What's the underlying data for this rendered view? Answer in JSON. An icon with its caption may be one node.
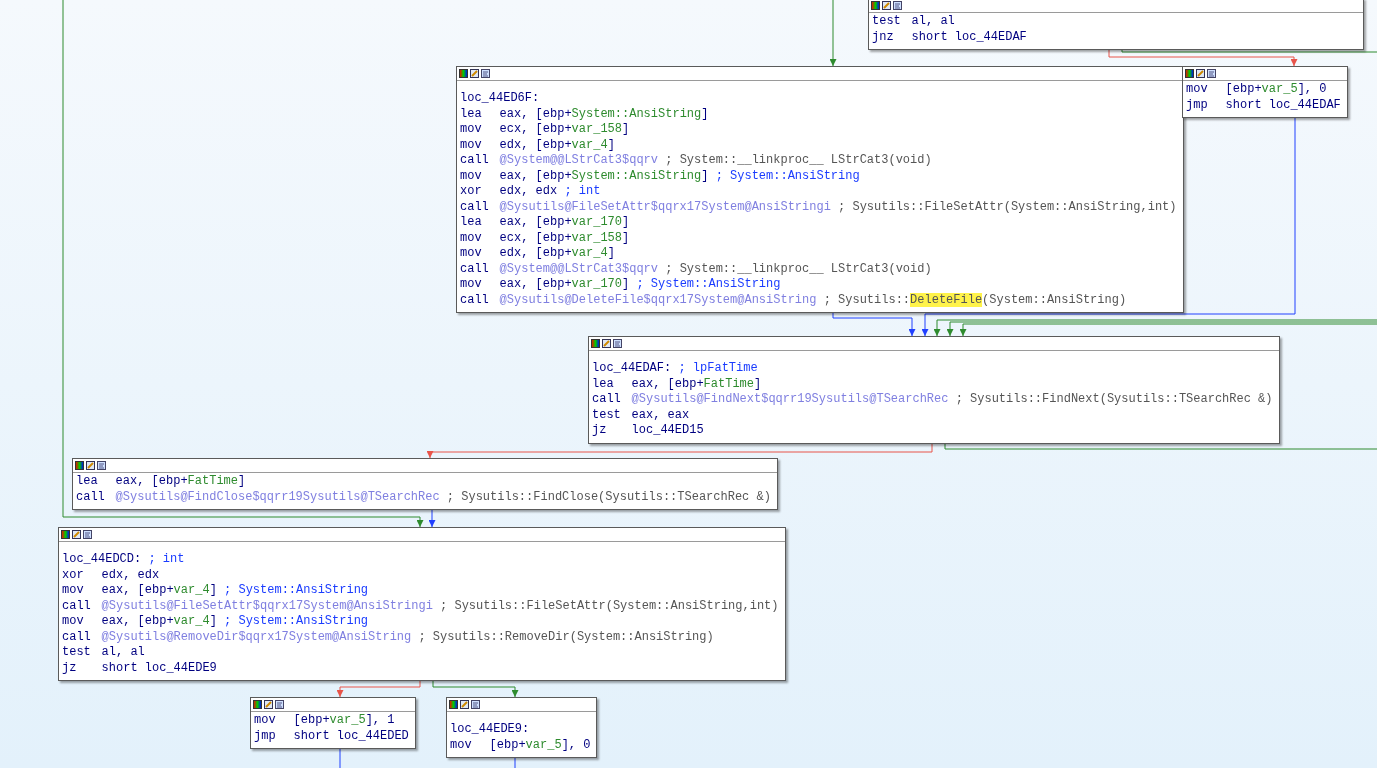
{
  "diagram": {
    "nodes": [
      {
        "text": [
          "test al, al",
          "jnz short loc_44EDAF"
        ]
      },
      {
        "text": [
          "loc_44ED6F:",
          "lea eax, [ebp+System::AnsiString]",
          "mov ecx, [ebp+var_158]",
          "mov edx, [ebp+var_4]",
          "call @System@@LStrCat3$qqrv ; System::__linkproc__ LStrCat3(void)",
          "mov eax, [ebp+System::AnsiString] ; System::AnsiString",
          "xor edx, edx ; int",
          "call @Sysutils@FileSetAttr$qqrx17System@AnsiStringi ; Sysutils::FileSetAttr(System::AnsiString,int)",
          "lea eax, [ebp+var_170]",
          "mov ecx, [ebp+var_158]",
          "mov edx, [ebp+var_4]",
          "call @System@@LStrCat3$qqrv ; System::__linkproc__ LStrCat3(void)",
          "mov eax, [ebp+var_170] ; System::AnsiString",
          "call @Sysutils@DeleteFile$qqrx17System@AnsiString ; Sysutils::**DeleteFile**(System::AnsiString)"
        ]
      },
      {
        "text": [
          "mov [ebp+var_5], 0",
          "jmp short loc_44EDAF"
        ]
      },
      {
        "text": [
          "loc_44EDAF: ; lpFatTime",
          "lea eax, [ebp+FatTime]",
          "call @Sysutils@FindNext$qqrr19Sysutils@TSearchRec ; Sysutils::FindNext(Sysutils::TSearchRec &)",
          "test eax, eax",
          "jz loc_44ED15"
        ]
      },
      {
        "text": [
          "lea eax, [ebp+FatTime]",
          "call @Sysutils@FindClose$qqrr19Sysutils@TSearchRec ; Sysutils::FindClose(Sysutils::TSearchRec &)"
        ]
      },
      {
        "text": [
          "loc_44EDCD: ; int",
          "xor edx, edx",
          "mov eax, [ebp+var_4] ; System::AnsiString",
          "call @Sysutils@FileSetAttr$qqrx17System@AnsiStringi ; Sysutils::FileSetAttr(System::AnsiString,int)",
          "mov eax, [ebp+var_4] ; System::AnsiString",
          "call @Sysutils@RemoveDir$qqrx17System@AnsiString ; Sysutils::RemoveDir(System::AnsiString)",
          "test al, al",
          "jz short loc_44EDE9"
        ]
      },
      {
        "text": [
          "mov [ebp+var_5], 1",
          "jmp short loc_44EDED"
        ]
      },
      {
        "text": [
          "loc_44EDE9:",
          "mov [ebp+var_5], 0"
        ]
      }
    ],
    "edges": [
      {
        "from": 0,
        "to": 2,
        "arrow": "to",
        "color": "#e8544a"
      },
      {
        "from": 0,
        "to": 3,
        "arrow": "to",
        "color": "#2e8b2e"
      },
      {
        "from": null,
        "to": 1,
        "arrow": "to",
        "color": "#2e8b2e"
      },
      {
        "from": 1,
        "to": 3,
        "arrow": "to",
        "color": "#2040ff"
      },
      {
        "from": 2,
        "to": 3,
        "arrow": "to",
        "color": "#2040ff"
      },
      {
        "from": null,
        "to": 3,
        "arrow": "to",
        "color": "#2e8b2e"
      },
      {
        "from": null,
        "to": 3,
        "arrow": "to",
        "color": "#2e8b2e"
      },
      {
        "from": 3,
        "to": 4,
        "arrow": "to",
        "color": "#e8544a"
      },
      {
        "from": 3,
        "to": null,
        "arrow": "none",
        "color": "#2e8b2e"
      },
      {
        "from": null,
        "to": 5,
        "arrow": "to",
        "color": "#2e8b2e"
      },
      {
        "from": 4,
        "to": 5,
        "arrow": "to",
        "color": "#2040ff"
      },
      {
        "from": 5,
        "to": 6,
        "arrow": "to",
        "color": "#e8544a"
      },
      {
        "from": 5,
        "to": 7,
        "arrow": "to",
        "color": "#2e8b2e"
      },
      {
        "from": 6,
        "to": null,
        "arrow": "none",
        "color": "#2040ff"
      },
      {
        "from": 7,
        "to": null,
        "arrow": "none",
        "color": "#2040ff"
      }
    ]
  }
}
